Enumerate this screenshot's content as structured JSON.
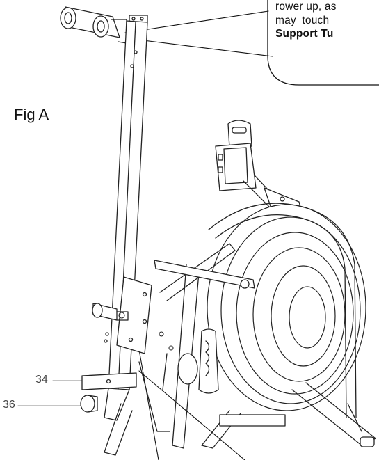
{
  "figure": {
    "label": "Fig A"
  },
  "callout": {
    "lines": [
      "rower up, as",
      "may  touch",
      "Support Tu"
    ]
  },
  "parts": {
    "p34": "34",
    "p36": "36"
  }
}
